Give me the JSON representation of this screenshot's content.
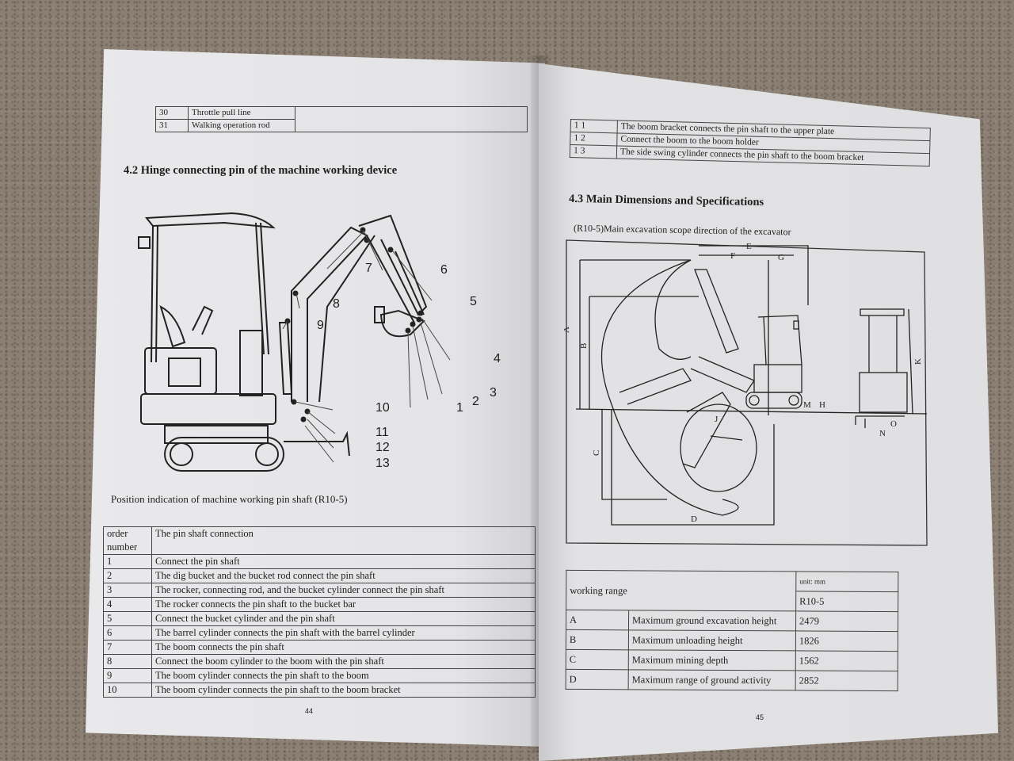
{
  "left_page": {
    "top_table": [
      {
        "num": "30",
        "desc": "Throttle pull line"
      },
      {
        "num": "31",
        "desc": "Walking operation rod"
      }
    ],
    "section_title": "4.2 Hinge connecting pin of the machine working device",
    "figure_labels": [
      "1",
      "2",
      "3",
      "4",
      "5",
      "6",
      "7",
      "8",
      "9",
      "10",
      "11",
      "12",
      "13"
    ],
    "figure_caption": "Position indication of machine working pin shaft (R10-5)",
    "pin_table": {
      "header": {
        "num": "order number",
        "desc": "The pin shaft connection"
      },
      "rows": [
        {
          "num": "1",
          "desc": "Connect the pin shaft"
        },
        {
          "num": "2",
          "desc": "The dig bucket and the bucket rod connect the pin shaft"
        },
        {
          "num": "3",
          "desc": "The rocker, connecting rod, and the bucket cylinder connect the pin shaft"
        },
        {
          "num": "4",
          "desc": "The rocker connects the pin shaft to the bucket bar"
        },
        {
          "num": "5",
          "desc": "Connect the bucket cylinder and the pin shaft"
        },
        {
          "num": "6",
          "desc": "The barrel cylinder connects the pin shaft with the barrel cylinder"
        },
        {
          "num": "7",
          "desc": "The boom connects the pin shaft"
        },
        {
          "num": "8",
          "desc": "Connect the boom cylinder to the boom with the pin shaft"
        },
        {
          "num": "9",
          "desc": "The boom cylinder connects the pin shaft to the boom"
        },
        {
          "num": "10",
          "desc": "The boom cylinder connects the pin shaft to the boom bracket"
        }
      ]
    },
    "page_number": "44"
  },
  "right_page": {
    "top_table": [
      {
        "num": "1 1",
        "desc": "The boom bracket connects the pin shaft to the upper plate"
      },
      {
        "num": "1 2",
        "desc": "Connect the boom to the boom holder"
      },
      {
        "num": "1 3",
        "desc": "The side swing cylinder connects the pin shaft to the boom bracket"
      }
    ],
    "section_title": "4.3 Main Dimensions and Specifications",
    "subtitle": "(R10-5)Main excavation scope direction of the excavator",
    "diagram_labels": [
      "A",
      "B",
      "C",
      "D",
      "E",
      "F",
      "G",
      "H",
      "J",
      "K",
      "M",
      "N",
      "O"
    ],
    "spec_table": {
      "header_label": "working range",
      "unit": "unit: mm",
      "model": "R10-5",
      "rows": [
        {
          "letter": "A",
          "item": "Maximum ground excavation height",
          "value": "2479"
        },
        {
          "letter": "B",
          "item": "Maximum unloading height",
          "value": "1826"
        },
        {
          "letter": "C",
          "item": "Maximum mining depth",
          "value": "1562"
        },
        {
          "letter": "D",
          "item": "Maximum range of ground activity",
          "value": "2852"
        }
      ]
    },
    "page_number": "45"
  }
}
